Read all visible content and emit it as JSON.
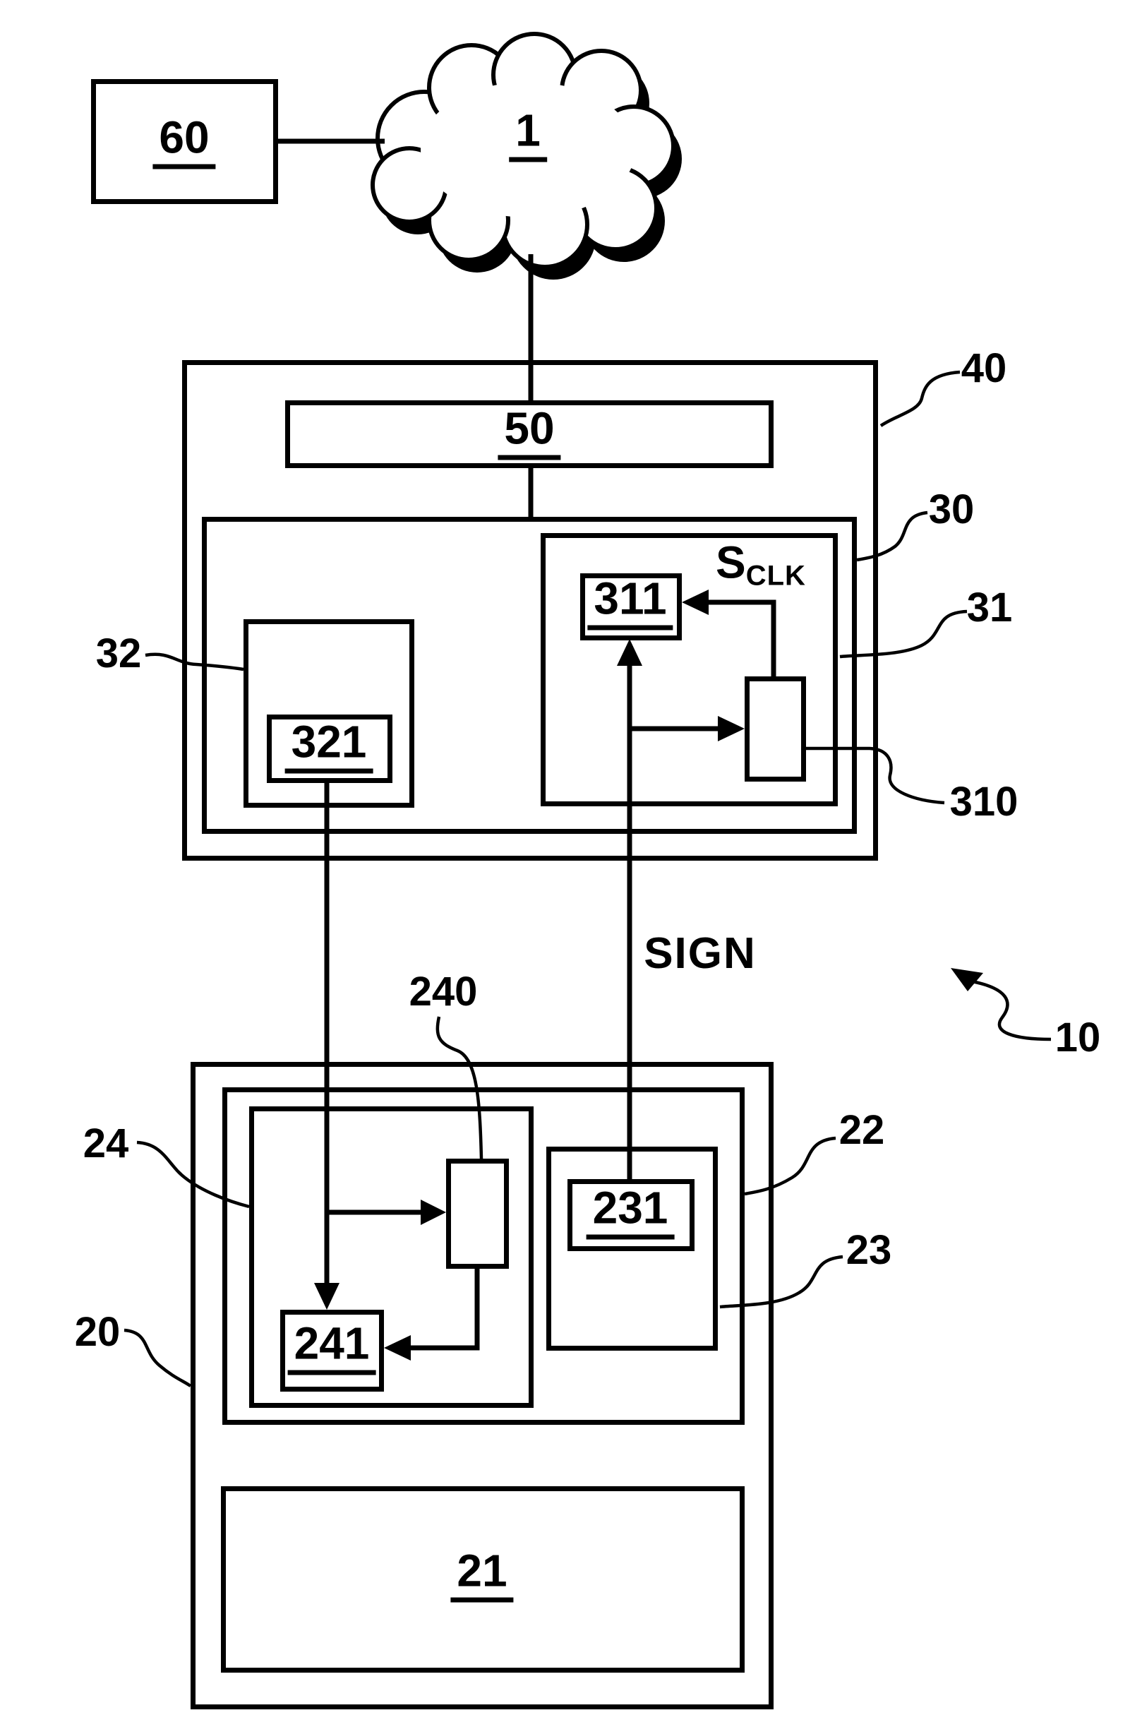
{
  "figure": {
    "type": "patent-block-diagram",
    "background_color": "#ffffff",
    "line_color": "#000000"
  },
  "labels": {
    "r1": "1",
    "r60": "60",
    "r40": "40",
    "r50": "50",
    "r30": "30",
    "r31": "31",
    "r311": "311",
    "sclk_main": "S",
    "sclk_sub": "CLK",
    "r310": "310",
    "r32": "32",
    "r321": "321",
    "r10": "10",
    "sign": "SIGN",
    "r20": "20",
    "r22": "22",
    "r23": "23",
    "r24": "24",
    "r240": "240",
    "r241": "241",
    "r231": "231",
    "r21": "21"
  }
}
